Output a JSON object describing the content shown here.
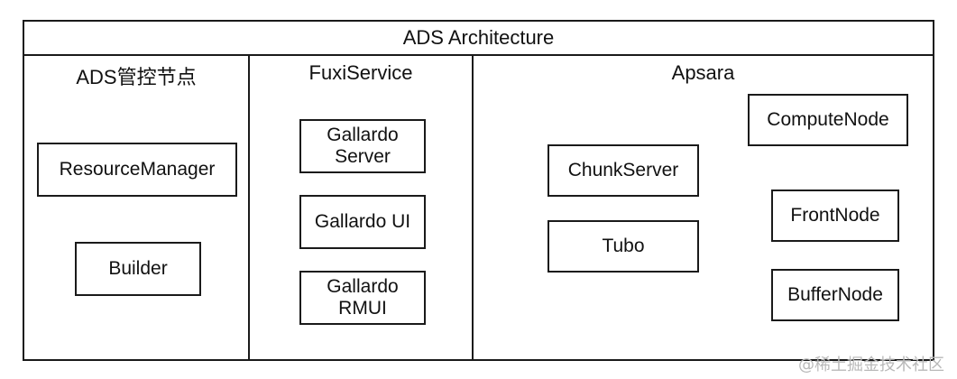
{
  "diagram": {
    "title": "ADS Architecture",
    "columns": [
      {
        "title": "ADS管控节点",
        "nodes": [
          "ResourceManager",
          "Builder"
        ]
      },
      {
        "title": "FuxiService",
        "nodes": [
          "Gallardo\nServer",
          "Gallardo UI",
          "Gallardo\nRMUI"
        ]
      },
      {
        "title": "Apsara",
        "nodes": [
          "ComputeNode",
          "ChunkServer",
          "FrontNode",
          "Tubo",
          "BufferNode"
        ]
      }
    ]
  },
  "watermark": "@稀土掘金技术社区"
}
